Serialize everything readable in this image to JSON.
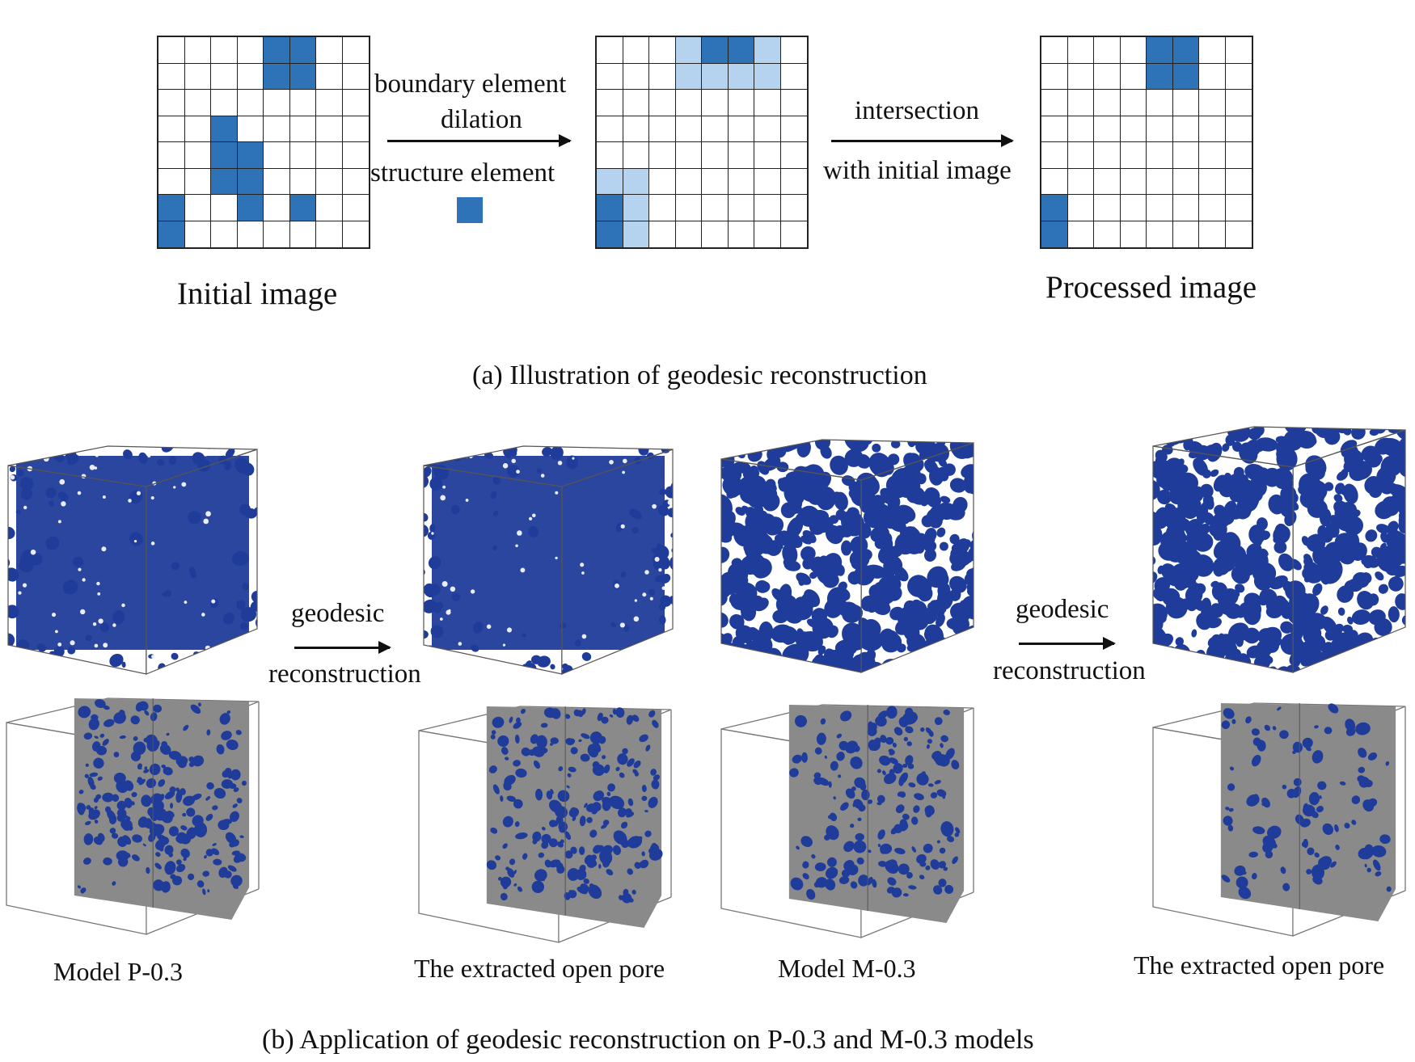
{
  "panel_a": {
    "grid_initial": {
      "dark": [
        [
          0,
          4
        ],
        [
          0,
          5
        ],
        [
          1,
          4
        ],
        [
          1,
          5
        ],
        [
          3,
          2
        ],
        [
          4,
          2
        ],
        [
          4,
          3
        ],
        [
          5,
          2
        ],
        [
          5,
          3
        ],
        [
          6,
          0
        ],
        [
          6,
          3
        ],
        [
          6,
          5
        ],
        [
          7,
          0
        ]
      ],
      "light": []
    },
    "grid_dilated": {
      "dark": [
        [
          0,
          4
        ],
        [
          0,
          5
        ],
        [
          6,
          0
        ],
        [
          7,
          0
        ]
      ],
      "light": [
        [
          0,
          3
        ],
        [
          0,
          6
        ],
        [
          1,
          3
        ],
        [
          1,
          4
        ],
        [
          1,
          5
        ],
        [
          1,
          6
        ],
        [
          5,
          0
        ],
        [
          5,
          1
        ],
        [
          6,
          1
        ],
        [
          7,
          1
        ]
      ]
    },
    "grid_processed": {
      "dark": [
        [
          0,
          4
        ],
        [
          0,
          5
        ],
        [
          1,
          4
        ],
        [
          1,
          5
        ],
        [
          6,
          0
        ],
        [
          7,
          0
        ]
      ],
      "light": []
    },
    "arrow1_top": [
      "boundary element",
      "dilation"
    ],
    "arrow1_bottom": "structure element",
    "arrow2_top": "intersection",
    "arrow2_bottom": "with initial image",
    "label_initial": "Initial image",
    "label_processed": "Processed image",
    "caption": "(a) Illustration of geodesic reconstruction",
    "color_dark": "#2e72b8",
    "color_light": "#b5d3ee"
  },
  "panel_b": {
    "arrow_labels": [
      "geodesic",
      "reconstruction"
    ],
    "labels": [
      "Model P-0.3",
      "The extracted open pore",
      "Model M-0.3",
      "The extracted open pore"
    ],
    "caption": "(b) Application of geodesic reconstruction on P-0.3 and M-0.3 models",
    "pore_color": "#1f3c9a",
    "solid_color": "#8a8a8a"
  }
}
